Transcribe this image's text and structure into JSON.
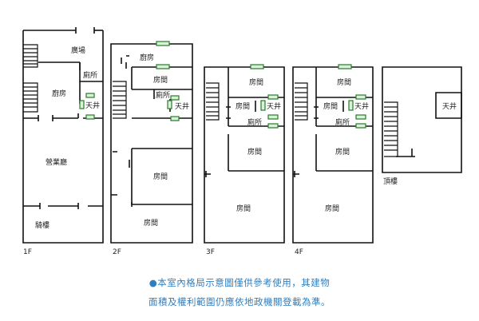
{
  "floors": {
    "f1": {
      "name": "1F",
      "rooms": {
        "plaza": "廣場",
        "toilet": "廁所",
        "kitchen": "廚房",
        "light_well": "天井",
        "business_hall": "營業廳",
        "arcade": "騎樓"
      }
    },
    "f2": {
      "name": "2F",
      "rooms": {
        "kitchen": "廚房",
        "room_top": "房間",
        "toilet": "廁所",
        "light_well": "天井",
        "room_mid": "房間",
        "room_bottom": "房間"
      }
    },
    "f3": {
      "name": "3F",
      "rooms": {
        "room_top": "房間",
        "room_small": "房間",
        "light_well": "天井",
        "toilet": "廁所",
        "room_mid": "房間",
        "room_bottom": "房間"
      }
    },
    "f4": {
      "name": "4F",
      "rooms": {
        "room_top": "房間",
        "room_small": "房間",
        "light_well": "天井",
        "toilet": "廁所",
        "room_mid": "房間",
        "room_bottom": "房間"
      }
    },
    "roof": {
      "name": "頂樓",
      "rooms": {
        "light_well": "天井"
      }
    }
  },
  "notice": {
    "line1": "●本室內格局示意圖僅供參考使用，其建物",
    "line2": "面積及權利範圍仍應依地政機關登載為準。"
  },
  "colors": {
    "line": "#111111",
    "window": "#44aa44",
    "note": "#2f7fc0"
  }
}
